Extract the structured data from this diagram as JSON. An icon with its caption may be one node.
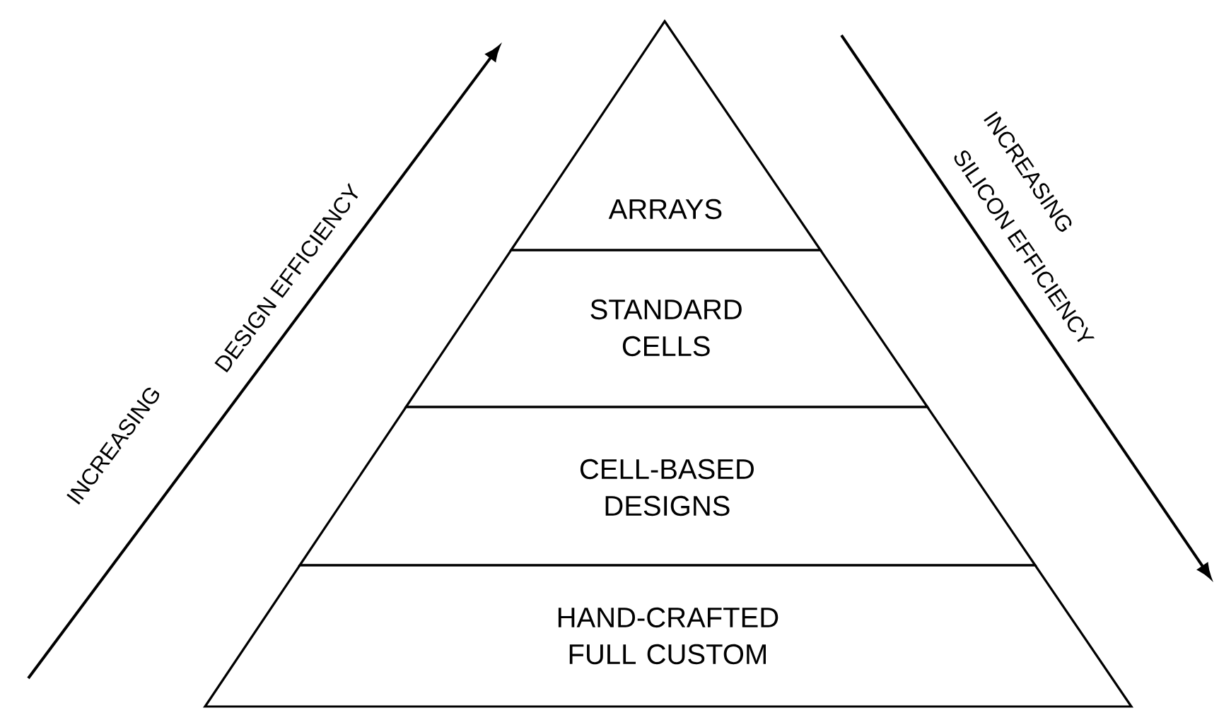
{
  "diagram": {
    "nodes": [
      {
        "text": [
          "ARRAYS"
        ]
      },
      {
        "text": [
          "STANDARD CELLS"
        ]
      },
      {
        "text": [
          "CELL-BASED DESIGNS"
        ]
      },
      {
        "text": [
          "HAND-CRAFTED FULL CUSTOM"
        ]
      }
    ],
    "labels": [
      "INCREASING",
      "DESIGN EFFICIENCY",
      "INCREASING",
      "SILICON EFFICIENCY"
    ]
  }
}
